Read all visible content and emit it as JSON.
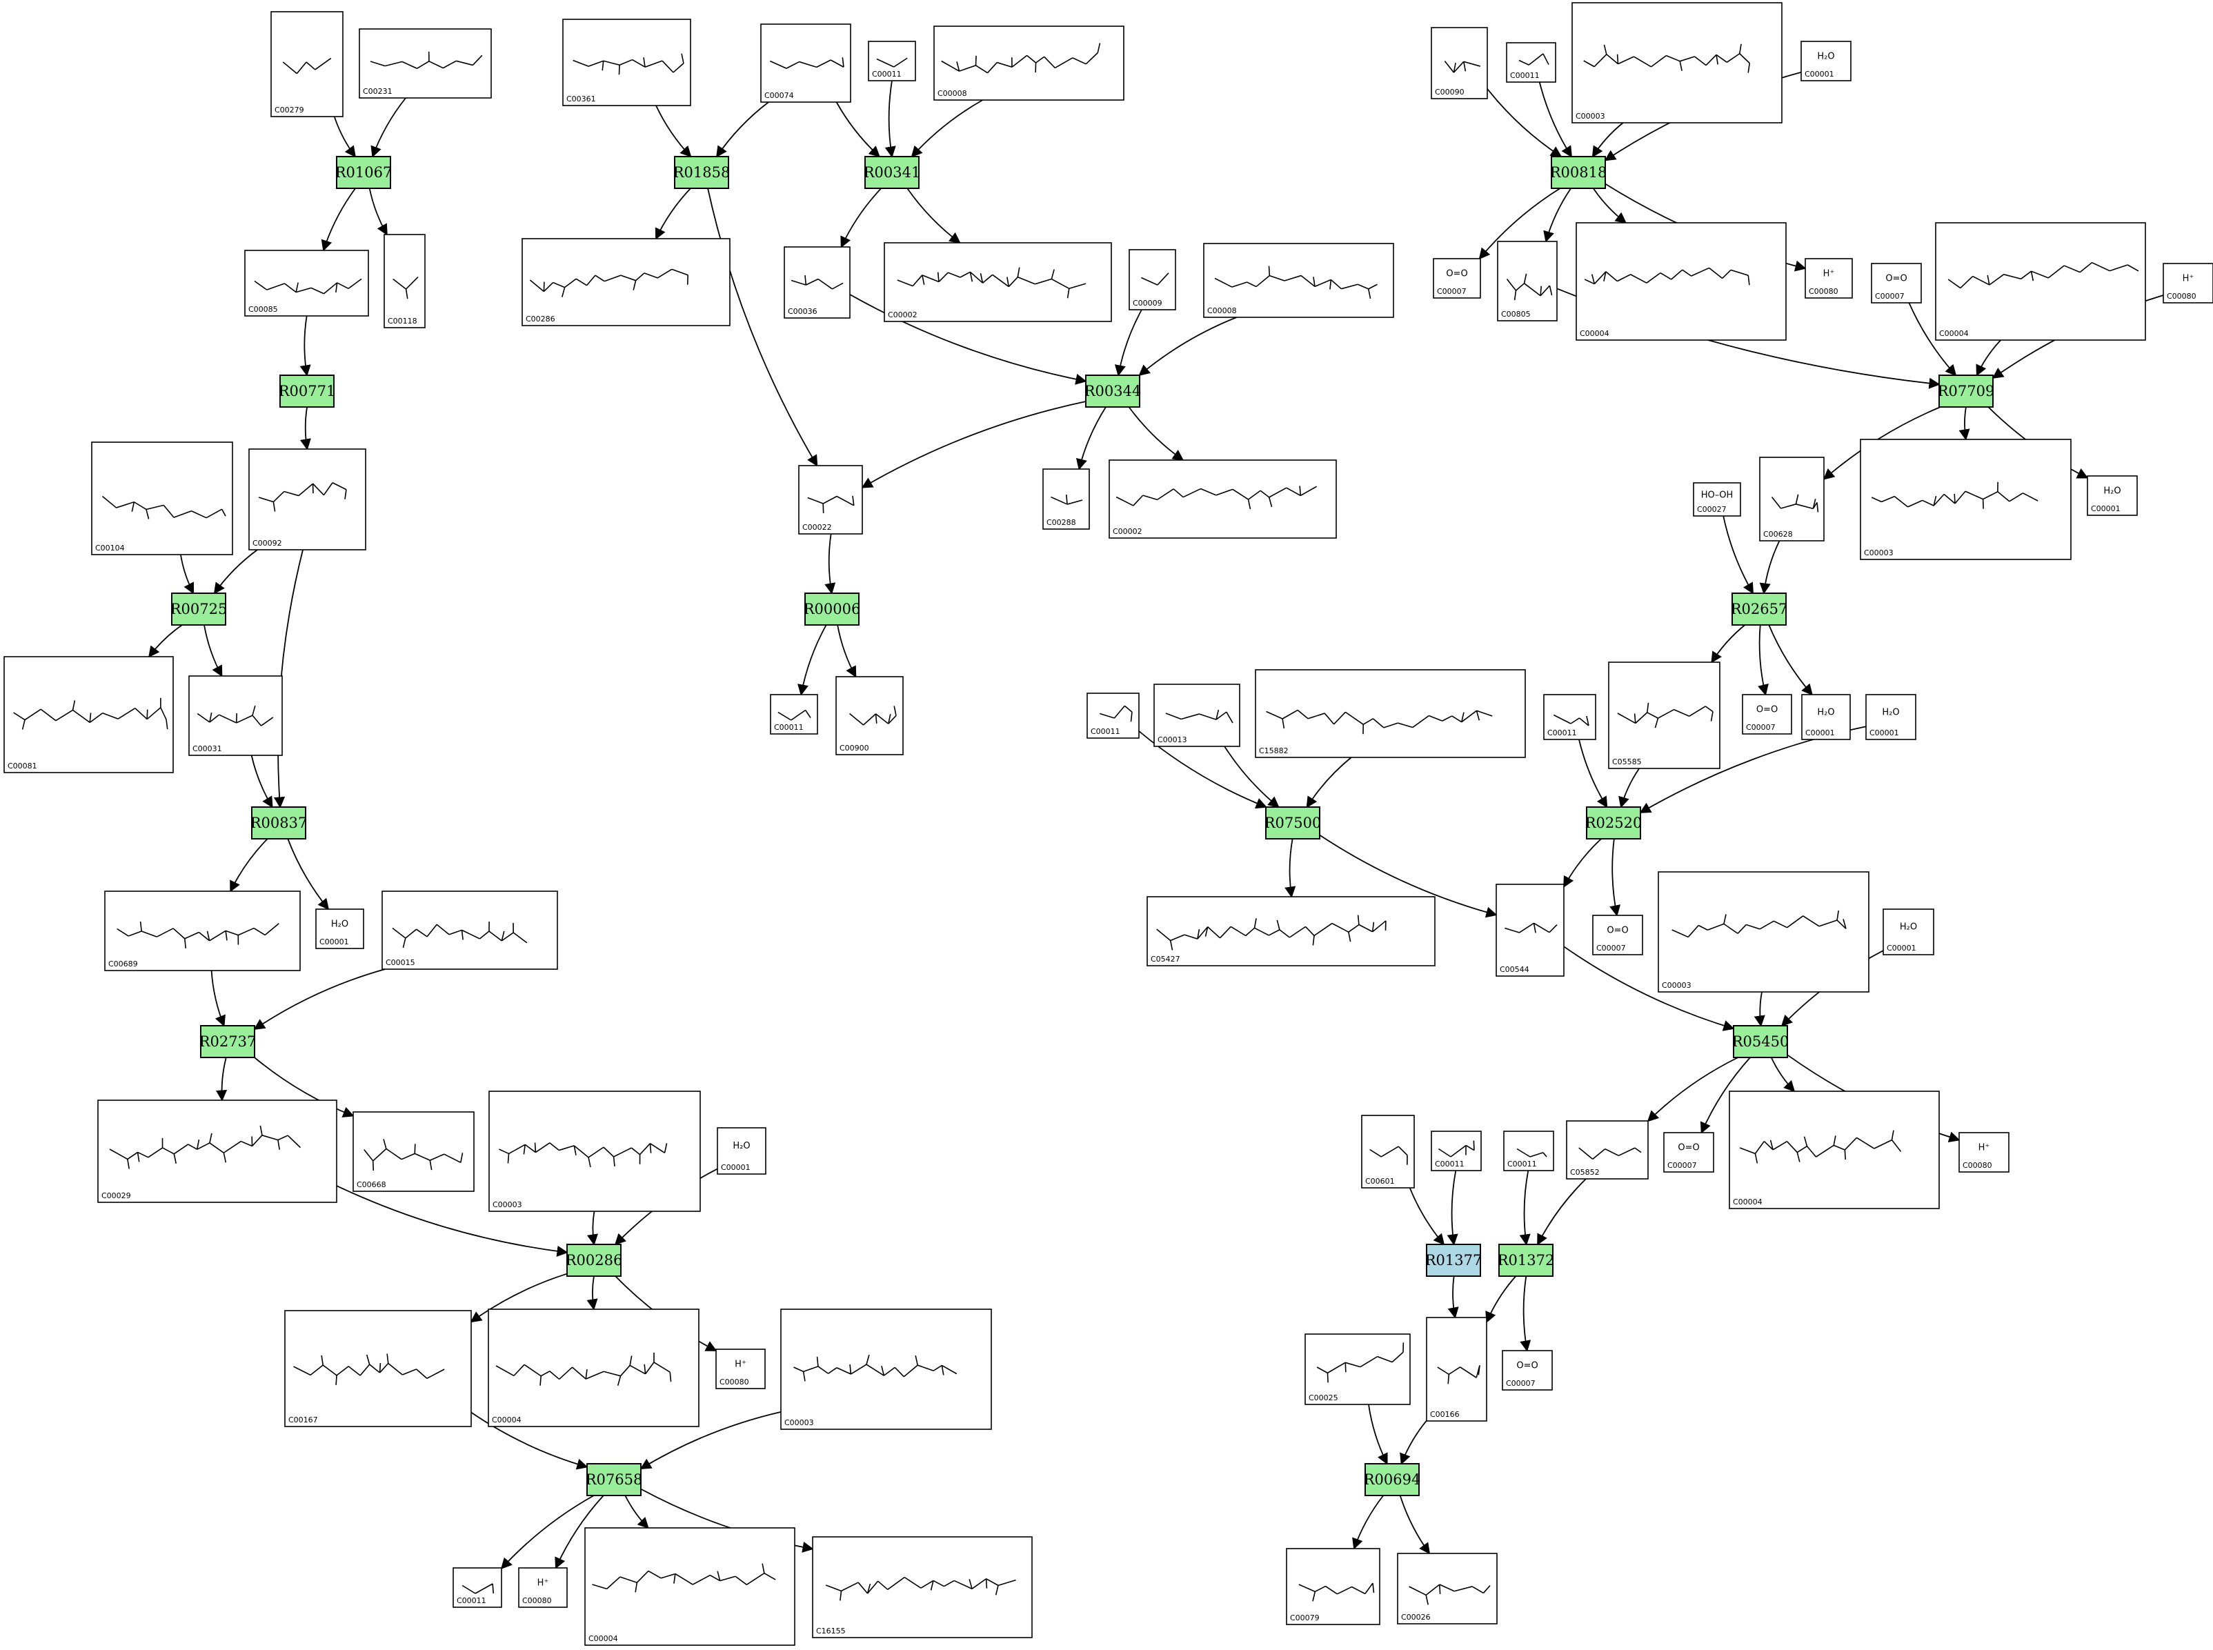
{
  "diagram": {
    "reactions": [
      {
        "id": "R01067",
        "label": "R01067",
        "color": "#99ee99"
      },
      {
        "id": "R01858",
        "label": "R01858",
        "color": "#99ee99"
      },
      {
        "id": "R00341",
        "label": "R00341",
        "color": "#99ee99"
      },
      {
        "id": "R00818",
        "label": "R00818",
        "color": "#99ee99"
      },
      {
        "id": "R00771",
        "label": "R00771",
        "color": "#99ee99"
      },
      {
        "id": "R00344",
        "label": "R00344",
        "color": "#99ee99"
      },
      {
        "id": "R07709",
        "label": "R07709",
        "color": "#99ee99"
      },
      {
        "id": "R00725",
        "label": "R00725",
        "color": "#99ee99"
      },
      {
        "id": "R00006",
        "label": "R00006",
        "color": "#99ee99"
      },
      {
        "id": "R02657",
        "label": "R02657",
        "color": "#99ee99"
      },
      {
        "id": "R00837",
        "label": "R00837",
        "color": "#99ee99"
      },
      {
        "id": "R07500",
        "label": "R07500",
        "color": "#99ee99"
      },
      {
        "id": "R02520",
        "label": "R02520",
        "color": "#99ee99"
      },
      {
        "id": "R02737",
        "label": "R02737",
        "color": "#99ee99"
      },
      {
        "id": "R05450",
        "label": "R05450",
        "color": "#99ee99"
      },
      {
        "id": "R00286",
        "label": "R00286",
        "color": "#99ee99"
      },
      {
        "id": "R01377",
        "label": "R01377",
        "color": "#add8e6"
      },
      {
        "id": "R01372",
        "label": "R01372",
        "color": "#99ee99"
      },
      {
        "id": "R00694",
        "label": "R00694",
        "color": "#99ee99"
      },
      {
        "id": "R07658",
        "label": "R07658",
        "color": "#99ee99"
      }
    ],
    "compounds": [
      {
        "key": "c00279",
        "label": "C00279"
      },
      {
        "key": "c00231",
        "label": "C00231"
      },
      {
        "key": "c00361",
        "label": "C00361"
      },
      {
        "key": "c00074a",
        "label": "C00074"
      },
      {
        "key": "c00011a",
        "label": "C00011"
      },
      {
        "key": "c00008a",
        "label": "C00008"
      },
      {
        "key": "c00090",
        "label": "C00090"
      },
      {
        "key": "c00011b",
        "label": "C00011"
      },
      {
        "key": "c00003a",
        "label": "C00003"
      },
      {
        "key": "c00001a",
        "label": "C00001",
        "formula": "H₂O"
      },
      {
        "key": "c00085",
        "label": "C00085"
      },
      {
        "key": "c00118",
        "label": "C00118"
      },
      {
        "key": "c00286",
        "label": "C00286"
      },
      {
        "key": "c00036",
        "label": "C00036"
      },
      {
        "key": "c00002a",
        "label": "C00002"
      },
      {
        "key": "c00009a",
        "label": "C00009"
      },
      {
        "key": "c00008b",
        "label": "C00008"
      },
      {
        "key": "c00007a",
        "label": "C00007",
        "formula": "O=O"
      },
      {
        "key": "c00805",
        "label": "C00805"
      },
      {
        "key": "c00004a",
        "label": "C00004"
      },
      {
        "key": "c00080a",
        "label": "C00080",
        "formula": "H⁺"
      },
      {
        "key": "c00007b",
        "label": "C00007",
        "formula": "O=O"
      },
      {
        "key": "c00004b",
        "label": "C00004"
      },
      {
        "key": "c00080b",
        "label": "C00080",
        "formula": "H⁺"
      },
      {
        "key": "c00104",
        "label": "C00104"
      },
      {
        "key": "c00092",
        "label": "C00092"
      },
      {
        "key": "c00022",
        "label": "C00022"
      },
      {
        "key": "c00288",
        "label": "C00288"
      },
      {
        "key": "c00002b",
        "label": "C00002"
      },
      {
        "key": "c00027",
        "label": "C00027",
        "formula": "HO–OH"
      },
      {
        "key": "c00628",
        "label": "C00628"
      },
      {
        "key": "c00003b",
        "label": "C00003"
      },
      {
        "key": "c00001b",
        "label": "C00001",
        "formula": "H₂O"
      },
      {
        "key": "c00081",
        "label": "C00081"
      },
      {
        "key": "c00031",
        "label": "C00031"
      },
      {
        "key": "c00011c",
        "label": "C00011"
      },
      {
        "key": "c00900",
        "label": "C00900"
      },
      {
        "key": "c00011d",
        "label": "C00011"
      },
      {
        "key": "c00013",
        "label": "C00013"
      },
      {
        "key": "c15882",
        "label": "C15882"
      },
      {
        "key": "c00011e",
        "label": "C00011"
      },
      {
        "key": "c05585",
        "label": "C05585"
      },
      {
        "key": "c00007c",
        "label": "C00007",
        "formula": "O=O"
      },
      {
        "key": "c00001c",
        "label": "C00001",
        "formula": "H₂O"
      },
      {
        "key": "c00001d",
        "label": "C00001",
        "formula": "H₂O"
      },
      {
        "key": "c00689",
        "label": "C00689"
      },
      {
        "key": "c00001e",
        "label": "C00001",
        "formula": "H₂O"
      },
      {
        "key": "c00015",
        "label": "C00015"
      },
      {
        "key": "c05427",
        "label": "C05427"
      },
      {
        "key": "c00544",
        "label": "C00544"
      },
      {
        "key": "c00007d",
        "label": "C00007",
        "formula": "O=O"
      },
      {
        "key": "c00003c",
        "label": "C00003"
      },
      {
        "key": "c00001f",
        "label": "C00001",
        "formula": "H₂O"
      },
      {
        "key": "c00029",
        "label": "C00029"
      },
      {
        "key": "c00668",
        "label": "C00668"
      },
      {
        "key": "c00003d",
        "label": "C00003"
      },
      {
        "key": "c00001g",
        "label": "C00001",
        "formula": "H₂O"
      },
      {
        "key": "c00601",
        "label": "C00601"
      },
      {
        "key": "c00011f",
        "label": "C00011"
      },
      {
        "key": "c00011g",
        "label": "C00011"
      },
      {
        "key": "c05852",
        "label": "C05852"
      },
      {
        "key": "c00007e",
        "label": "C00007",
        "formula": "O=O"
      },
      {
        "key": "c00004c",
        "label": "C00004"
      },
      {
        "key": "c00080c",
        "label": "C00080",
        "formula": "H⁺"
      },
      {
        "key": "c00167",
        "label": "C00167"
      },
      {
        "key": "c00004d",
        "label": "C00004"
      },
      {
        "key": "c00080d",
        "label": "C00080",
        "formula": "H⁺"
      },
      {
        "key": "c00003e",
        "label": "C00003"
      },
      {
        "key": "c00025",
        "label": "C00025"
      },
      {
        "key": "c00166",
        "label": "C00166"
      },
      {
        "key": "c00007f",
        "label": "C00007",
        "formula": "O=O"
      },
      {
        "key": "c00011h",
        "label": "C00011"
      },
      {
        "key": "c00080e",
        "label": "C00080",
        "formula": "H⁺"
      },
      {
        "key": "c00004e",
        "label": "C00004"
      },
      {
        "key": "c16155",
        "label": "C16155"
      },
      {
        "key": "c00079",
        "label": "C00079"
      },
      {
        "key": "c00026",
        "label": "C00026"
      }
    ],
    "edges": [
      [
        "c00279",
        "R01067"
      ],
      [
        "c00231",
        "R01067"
      ],
      [
        "R01067",
        "c00085"
      ],
      [
        "R01067",
        "c00118"
      ],
      [
        "c00361",
        "R01858"
      ],
      [
        "c00074a",
        "R01858"
      ],
      [
        "R01858",
        "c00286"
      ],
      [
        "R01858",
        "c00022"
      ],
      [
        "c00074a",
        "R00341"
      ],
      [
        "c00011a",
        "R00341"
      ],
      [
        "c00008a",
        "R00341"
      ],
      [
        "R00341",
        "c00036"
      ],
      [
        "R00341",
        "c00002a"
      ],
      [
        "c00090",
        "R00818"
      ],
      [
        "c00011b",
        "R00818"
      ],
      [
        "c00003a",
        "R00818"
      ],
      [
        "c00001a",
        "R00818"
      ],
      [
        "R00818",
        "c00007a"
      ],
      [
        "R00818",
        "c00805"
      ],
      [
        "R00818",
        "c00004a"
      ],
      [
        "R00818",
        "c00080a"
      ],
      [
        "c00085",
        "R00771"
      ],
      [
        "R00771",
        "c00092"
      ],
      [
        "c00036",
        "R00344"
      ],
      [
        "c00009a",
        "R00344"
      ],
      [
        "c00008b",
        "R00344"
      ],
      [
        "R00344",
        "c00022"
      ],
      [
        "R00344",
        "c00288"
      ],
      [
        "R00344",
        "c00002b"
      ],
      [
        "c00805",
        "R07709"
      ],
      [
        "c00007b",
        "R07709"
      ],
      [
        "c00004b",
        "R07709"
      ],
      [
        "c00080b",
        "R07709"
      ],
      [
        "R07709",
        "c00628"
      ],
      [
        "R07709",
        "c00003b"
      ],
      [
        "R07709",
        "c00001b"
      ],
      [
        "c00104",
        "R00725"
      ],
      [
        "c00092",
        "R00725"
      ],
      [
        "R00725",
        "c00081"
      ],
      [
        "R00725",
        "c00031"
      ],
      [
        "c00022",
        "R00006"
      ],
      [
        "R00006",
        "c00011c"
      ],
      [
        "R00006",
        "c00900"
      ],
      [
        "c00027",
        "R02657"
      ],
      [
        "c00628",
        "R02657"
      ],
      [
        "R02657",
        "c05585"
      ],
      [
        "R02657",
        "c00007c"
      ],
      [
        "R02657",
        "c00001c"
      ],
      [
        "c00031",
        "R00837"
      ],
      [
        "c00092",
        "R00837"
      ],
      [
        "R00837",
        "c00689"
      ],
      [
        "R00837",
        "c00001e"
      ],
      [
        "c00011d",
        "R07500"
      ],
      [
        "c00013",
        "R07500"
      ],
      [
        "c15882",
        "R07500"
      ],
      [
        "R07500",
        "c05427"
      ],
      [
        "R07500",
        "c00544"
      ],
      [
        "c00011e",
        "R02520"
      ],
      [
        "c05585",
        "R02520"
      ],
      [
        "c00001d",
        "R02520"
      ],
      [
        "R02520",
        "c00544"
      ],
      [
        "R02520",
        "c00007d"
      ],
      [
        "c00689",
        "R02737"
      ],
      [
        "c00015",
        "R02737"
      ],
      [
        "R02737",
        "c00029"
      ],
      [
        "R02737",
        "c00668"
      ],
      [
        "c00544",
        "R05450"
      ],
      [
        "c00003c",
        "R05450"
      ],
      [
        "c00001f",
        "R05450"
      ],
      [
        "R05450",
        "c05852"
      ],
      [
        "R05450",
        "c00007e"
      ],
      [
        "R05450",
        "c00004c"
      ],
      [
        "R05450",
        "c00080c"
      ],
      [
        "c00029",
        "R00286"
      ],
      [
        "c00003d",
        "R00286"
      ],
      [
        "c00001g",
        "R00286"
      ],
      [
        "R00286",
        "c00167"
      ],
      [
        "R00286",
        "c00004d"
      ],
      [
        "R00286",
        "c00080d"
      ],
      [
        "c00601",
        "R01377"
      ],
      [
        "c00011f",
        "R01377"
      ],
      [
        "R01377",
        "c00166"
      ],
      [
        "c00011g",
        "R01372"
      ],
      [
        "c05852",
        "R01372"
      ],
      [
        "R01372",
        "c00166"
      ],
      [
        "R01372",
        "c00007f"
      ],
      [
        "c00025",
        "R00694"
      ],
      [
        "c00166",
        "R00694"
      ],
      [
        "R00694",
        "c00079"
      ],
      [
        "R00694",
        "c00026"
      ],
      [
        "c00167",
        "R07658"
      ],
      [
        "c00003e",
        "R07658"
      ],
      [
        "R07658",
        "c00011h"
      ],
      [
        "R07658",
        "c00080e"
      ],
      [
        "R07658",
        "c00004e"
      ],
      [
        "R07658",
        "c16155"
      ]
    ]
  }
}
